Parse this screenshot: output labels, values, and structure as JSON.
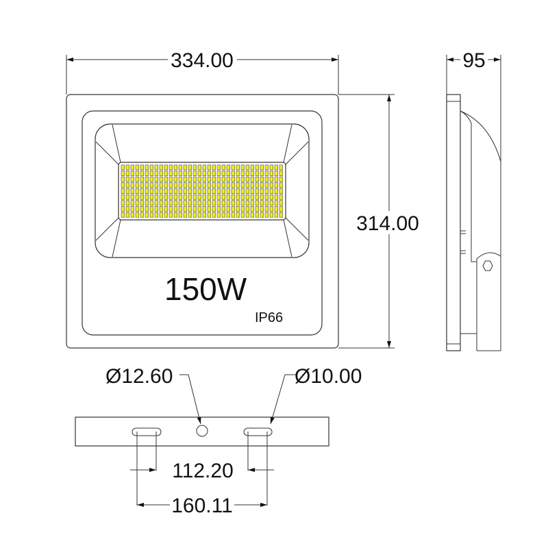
{
  "front_view": {
    "power_label": "150W",
    "ip_label": "IP66",
    "width_dim": "334.00",
    "height_dim": "314.00",
    "led_color": "#f2ee1e",
    "led_grid": {
      "columns": 34,
      "rows": 9
    }
  },
  "side_view": {
    "depth_dim": "95"
  },
  "bottom_view": {
    "hole_dim": "Ø12.60",
    "slot_dim": "Ø10.00",
    "inner_spacing_dim": "112.20",
    "outer_spacing_dim": "160.11"
  }
}
